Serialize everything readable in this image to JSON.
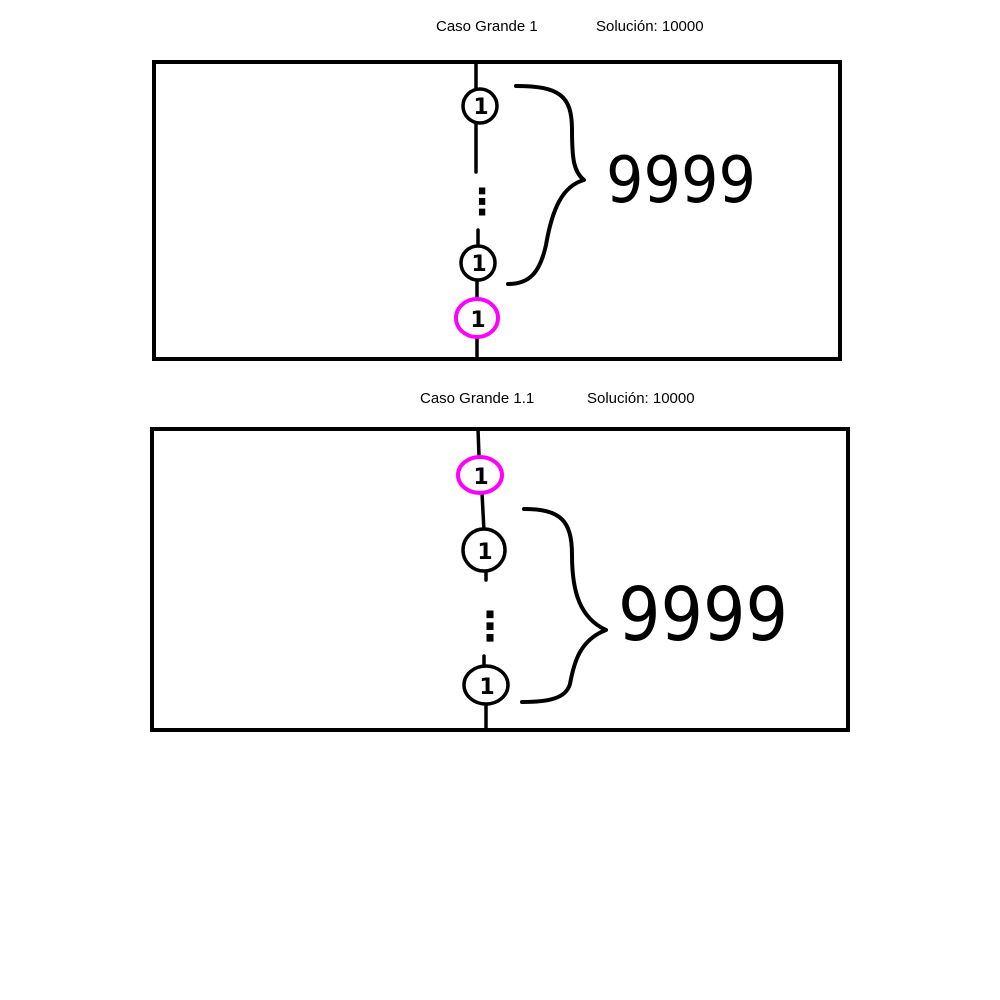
{
  "case1": {
    "title": "Caso Grande 1",
    "solution": "Solución: 10000",
    "node_value": "1",
    "group_count": "9999",
    "highlight_color": "#ff00ff",
    "ellipsis": "⋮"
  },
  "case2": {
    "title": "Caso Grande 1.1",
    "solution": "Solución: 10000",
    "node_value": "1",
    "group_count": "9999",
    "highlight_color": "#ff00ff",
    "ellipsis": "⋮"
  }
}
